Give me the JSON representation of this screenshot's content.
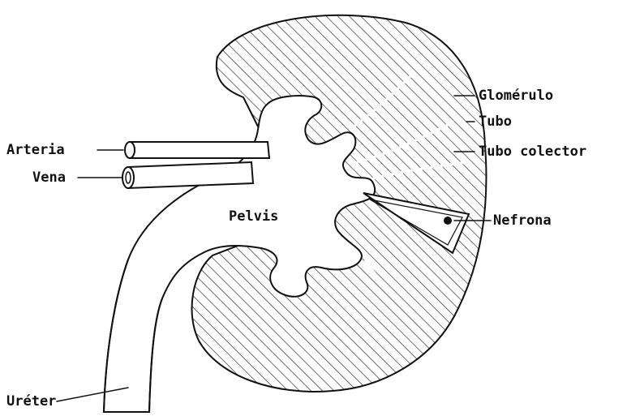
{
  "labels": {
    "glomerulo": "Glomérulo",
    "tubo": "Tubo",
    "tubo_colector": "Tubo colector",
    "arteria": "Arteria",
    "vena": "Vena",
    "pelvis": "Pelvis",
    "nefrona": "Nefrona",
    "ureter": "Uréter"
  }
}
